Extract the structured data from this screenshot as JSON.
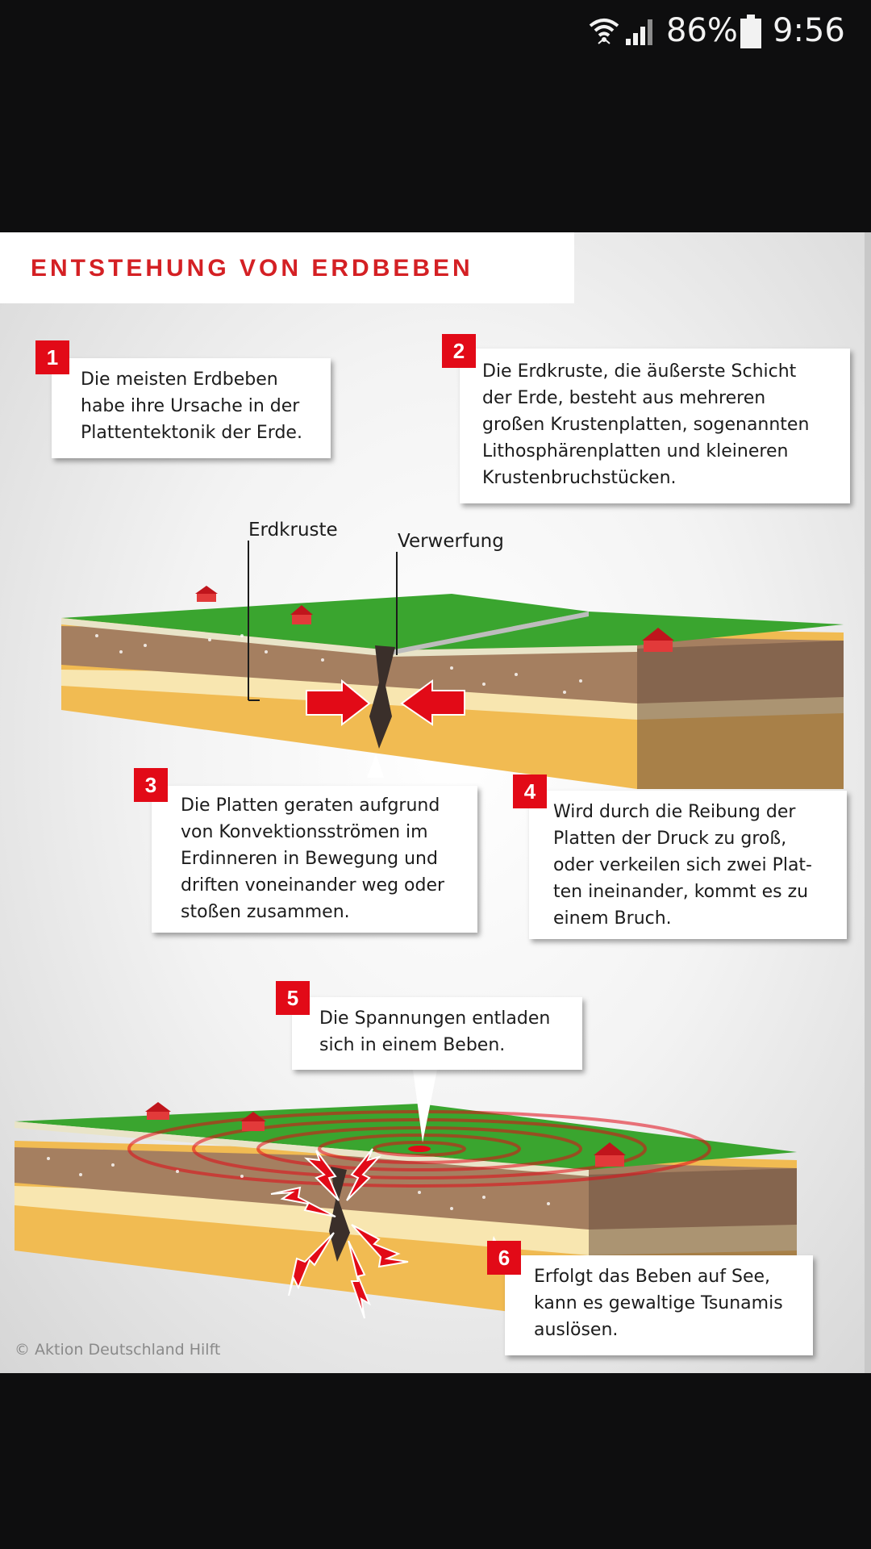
{
  "status_bar": {
    "battery_percent": "86%",
    "time": "9:56",
    "icons": [
      "wifi-icon",
      "signal-icon",
      "battery-icon"
    ]
  },
  "infographic": {
    "title": "ENTSTEHUNG VON ERDBEBEN",
    "labels": {
      "crust": "Erdkruste",
      "fault": "Verwerfung"
    },
    "steps": [
      {
        "number": "1",
        "lines": [
          "Die meisten Erdbeben",
          "habe ihre Ursache in der",
          "Plattentektonik der Erde."
        ]
      },
      {
        "number": "2",
        "lines": [
          "Die Erdkruste, die äußerste Schicht",
          "der Erde, besteht aus mehreren",
          "großen Krustenplatten, sogenannten",
          "Lithosphärenplatten und kleineren",
          "Krustenbruchstücken."
        ]
      },
      {
        "number": "3",
        "lines": [
          "Die Platten geraten aufgrund",
          "von Konvektionsströmen im",
          "Erdinneren in Bewegung und",
          "driften voneinander weg oder",
          "stoßen zusammen."
        ]
      },
      {
        "number": "4",
        "lines": [
          "Wird durch die Reibung der",
          "Platten der Druck zu groß,",
          "oder verkeilen sich zwei Plat-",
          "ten ineinander, kommt es zu",
          "einem Bruch."
        ]
      },
      {
        "number": "5",
        "lines": [
          "Die Spannungen entladen",
          "sich in einem Beben."
        ]
      },
      {
        "number": "6",
        "lines": [
          "Erfolgt das Beben auf See,",
          "kann es gewaltige Tsunamis",
          "auslösen."
        ]
      }
    ],
    "credit": "© Aktion Deutschland Hilft",
    "colors": {
      "accent": "#e20a17",
      "grass": "#3aa52f",
      "crust": "#a57f60",
      "sand": "#f2bd56"
    }
  }
}
